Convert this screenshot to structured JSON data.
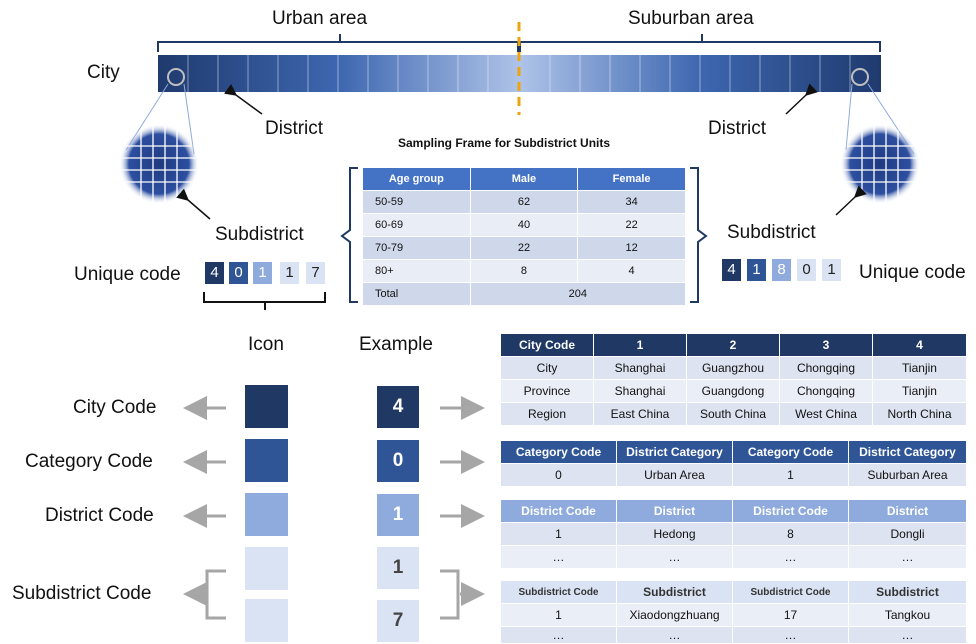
{
  "top": {
    "urban_label": "Urban area",
    "suburban_label": "Suburban area",
    "city_label": "City",
    "district_left": "District",
    "district_right": "District",
    "subdistrict_left": "Subdistrict",
    "subdistrict_right": "Subdistrict",
    "unique_code_left": "Unique code",
    "unique_code_right": "Unique code",
    "code_left": [
      "4",
      "0",
      "1",
      "1",
      "7"
    ],
    "code_right": [
      "4",
      "1",
      "8",
      "0",
      "1"
    ]
  },
  "frame": {
    "title": "Sampling Frame for Subdistrict Units",
    "headers": [
      "Age group",
      "Male",
      "Female"
    ],
    "rows": [
      [
        "50-59",
        "62",
        "34"
      ],
      [
        "60-69",
        "40",
        "22"
      ],
      [
        "70-79",
        "22",
        "12"
      ],
      [
        "80+",
        "8",
        "4"
      ]
    ],
    "total_label": "Total",
    "total_value": "204"
  },
  "legend": {
    "icon_header": "Icon",
    "example_header": "Example",
    "city_code": "City Code",
    "category_code": "Category Code",
    "district_code": "District Code",
    "subdistrict_code": "Subdistrict Code",
    "example_digits": [
      "4",
      "0",
      "1",
      "1",
      "7"
    ]
  },
  "colors": {
    "level1": "#203864",
    "level2": "#2f5597",
    "level3": "#8faadc",
    "level4": "#dae3f3",
    "header_blue": "#4472c4",
    "arrow_gray": "#a6a6a6",
    "orange": "#f0a30a"
  },
  "city_table": {
    "headers": [
      "City Code",
      "1",
      "2",
      "3",
      "4"
    ],
    "rows": [
      [
        "City",
        "Shanghai",
        "Guangzhou",
        "Chongqing",
        "Tianjin"
      ],
      [
        "Province",
        "Shanghai",
        "Guangdong",
        "Chongqing",
        "Tianjin"
      ],
      [
        "Region",
        "East China",
        "South China",
        "West China",
        "North China"
      ]
    ]
  },
  "category_table": {
    "headers": [
      "Category Code",
      "District Category",
      "Category Code",
      "District Category"
    ],
    "rows": [
      [
        "0",
        "Urban Area",
        "1",
        "Suburban Area"
      ]
    ]
  },
  "district_table": {
    "headers": [
      "District Code",
      "District",
      "District Code",
      "District"
    ],
    "rows": [
      [
        "1",
        "Hedong",
        "8",
        "Dongli"
      ],
      [
        "…",
        "…",
        "…",
        "…"
      ]
    ]
  },
  "subdistrict_table": {
    "headers": [
      "Subdistrict Code",
      "Subdistrict",
      "Subdistrict Code",
      "Subdistrict"
    ],
    "rows": [
      [
        "1",
        "Xiaodongzhuang",
        "17",
        "Tangkou"
      ],
      [
        "…",
        "…",
        "…",
        "…"
      ]
    ]
  }
}
